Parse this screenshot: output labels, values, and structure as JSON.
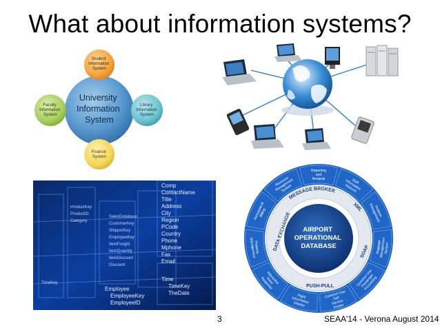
{
  "slide": {
    "title": "What about information systems?",
    "page_number": "3",
    "conference": "SEAA'14 - Verona August 2014"
  },
  "uis_diagram": {
    "center": [
      "University",
      "Information",
      "System"
    ],
    "top": [
      "Student",
      "Information",
      "System"
    ],
    "left": [
      "Faculty",
      "Information",
      "System"
    ],
    "right": [
      "Library",
      "Information",
      "System"
    ],
    "bottom": [
      "Finance",
      "System"
    ]
  },
  "airport_diagram": {
    "center": [
      "AIRPORT",
      "OPERATIONAL",
      "DATABASE"
    ],
    "ring_labels": [
      "MESSAGE BROKER",
      "XML",
      "SOAP",
      "PUSH-PULL",
      "DATA EXCHANGE"
    ],
    "outer_segments": [
      "Reporting and Analysis",
      "Staff Information Network",
      "Incident Management",
      "Baggage Management System",
      "Common Use Passenger Processing",
      "Common Use Self Service Kiosks",
      "Flight Information Display",
      "Interactive Voice Response",
      "Property Management",
      "Aeronautical Billing",
      "Resource Management System"
    ]
  },
  "code_image": {
    "tokens": [
      "Comp",
      "ContactName",
      "Title",
      "Address",
      "City",
      "Region",
      "PCode",
      "Country",
      "Phone",
      "Mphone",
      "Fax",
      "Email",
      "Time",
      "TimeKey",
      "TheDate",
      "Employee",
      "EmployeeKey",
      "EmployeeID",
      "ProductKey",
      "ProductID",
      "Category",
      "SalesDatabase",
      "CustomerKey",
      "ShipperKey",
      "EmployeeKey",
      "ItemFreight",
      "ItemQuantity",
      "ItemDiscount",
      "TimeKey",
      "Discount"
    ]
  }
}
